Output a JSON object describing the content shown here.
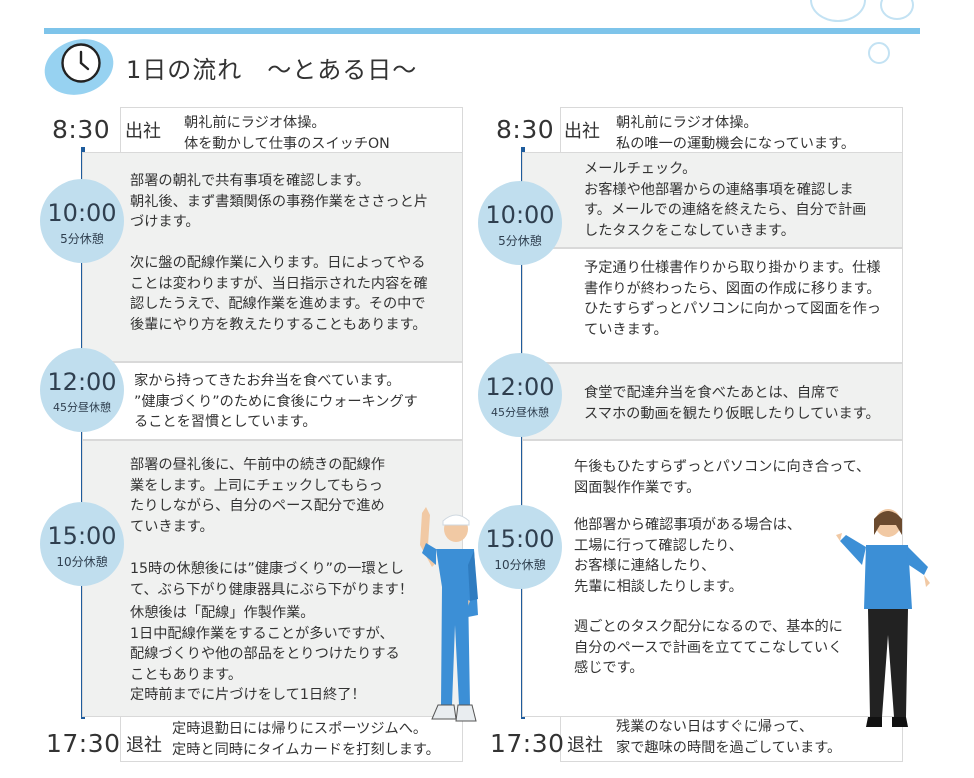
{
  "header": {
    "title": "1日の流れ　～とある日～"
  },
  "left": {
    "arrive": {
      "time": "8:30",
      "label": "出社",
      "text": "朝礼前にラジオ体操。\n体を動かして仕事のスイッチON"
    },
    "block1": {
      "time": "10:00",
      "break": "5分休憩",
      "text": "部署の朝礼で共有事項を確認します。\n朝礼後、まず書類関係の事務作業をささっと片\nづけます。\n\n次に盤の配線作業に入ります。日によってやる\nことは変わりますが、当日指示された内容を確\n認したうえで、配線作業を進めます。その中で\n後輩にやり方を教えたりすることもあります。"
    },
    "block2": {
      "time": "12:00",
      "break": "45分昼休憩",
      "text": "家から持ってきたお弁当を食べています。\n”健康づくり”のために食後にウォーキングす\nることを習慣としています。"
    },
    "block3": {
      "time": "15:00",
      "break": "10分休憩",
      "text_a": "部署の昼礼後に、午前中の続きの配線作\n業をします。上司にチェックしてもらっ\nたりしながら、自分のペース配分で進め\nていきます。",
      "text_b": "15時の休憩後には”健康づくり”の一環とし\nて、ぶら下がり健康器具にぶら下がります！",
      "text_c": "休憩後は「配線」作製作業。\n1日中配線作業をすることが多いですが、\n配線づくりや他の部品をとりつけたりする\nこともあります。\n定時前までに片づけをして1日終了！"
    },
    "leave": {
      "time": "17:30",
      "label": "退社",
      "text": "定時退勤日には帰りにスポーツジムへ。\n定時と同時にタイムカードを打刻します。"
    }
  },
  "right": {
    "arrive": {
      "time": "8:30",
      "label": "出社",
      "text": "朝礼前にラジオ体操。\n私の唯一の運動機会になっています。"
    },
    "block1": {
      "time": "10:00",
      "break": "5分休憩",
      "text_a": "メールチェック。\nお客様や他部署からの連絡事項を確認しま\nす。メールでの連絡を終えたら、自分で計画\nしたタスクをこなしていきます。",
      "text_b": "予定通り仕様書作りから取り掛かります。仕様\n書作りが終わったら、図面の作成に移ります。\nひたすらずっとパソコンに向かって図面を作っ\nていきます。"
    },
    "block2": {
      "time": "12:00",
      "break": "45分昼休憩",
      "text": "食堂で配達弁当を食べたあとは、自席で\nスマホの動画を観たり仮眠したりしています。"
    },
    "block3": {
      "time": "15:00",
      "break": "10分休憩",
      "text_a": "午後もひたすらずっとパソコンに向き合って、\n図面製作作業です。",
      "text_b": "他部署から確認事項がある場合は、\n工場に行って確認したり、\nお客様に連絡したり、\n先輩に相談したりします。",
      "text_c": "週ごとのタスク配分になるので、基本的に\n自分のペースで計画を立ててこなしていく\n感じです。"
    },
    "leave": {
      "time": "17:30",
      "label": "退社",
      "text": "残業のない日はすぐに帰って、\n家で趣味の時間を過ごしています。"
    }
  },
  "icons": {
    "clock": "clock-icon",
    "worker_male": "worker-male-illustration",
    "worker_female": "worker-female-illustration"
  },
  "colors": {
    "accent": "#7ec4ea",
    "timeline": "#1f5c9c",
    "circle": "#c0deee",
    "box": "#f0f1f0"
  }
}
